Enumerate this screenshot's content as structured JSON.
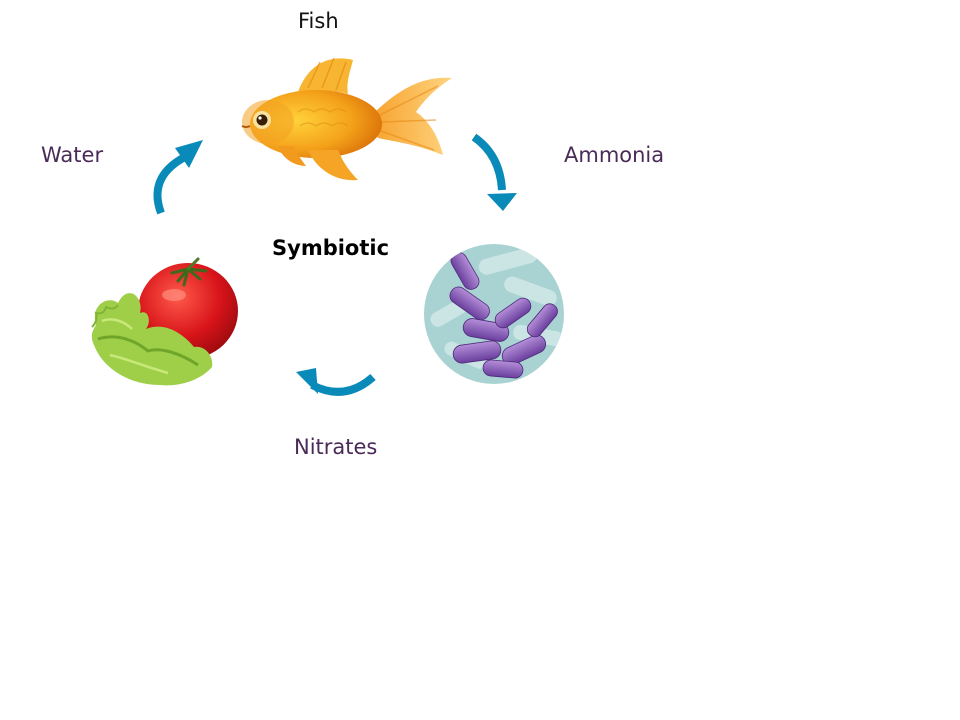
{
  "diagram": {
    "center_label": "Symbiotic",
    "nodes": [
      {
        "id": "fish",
        "label": "Fish",
        "image": "goldfish-illustration"
      },
      {
        "id": "bacteria",
        "label": "",
        "image": "bacteria-microscope-image"
      },
      {
        "id": "plants",
        "label": "",
        "image": "tomato-lettuce-image"
      }
    ],
    "edge_labels": {
      "fish_to_bacteria": "Ammonia",
      "bacteria_to_plants": "Nitrates",
      "plants_to_fish": "Water"
    },
    "colors": {
      "arrow": "#0a8ab9",
      "edge_label_text": "#4a2a56",
      "node_label_text": "#111111"
    }
  }
}
